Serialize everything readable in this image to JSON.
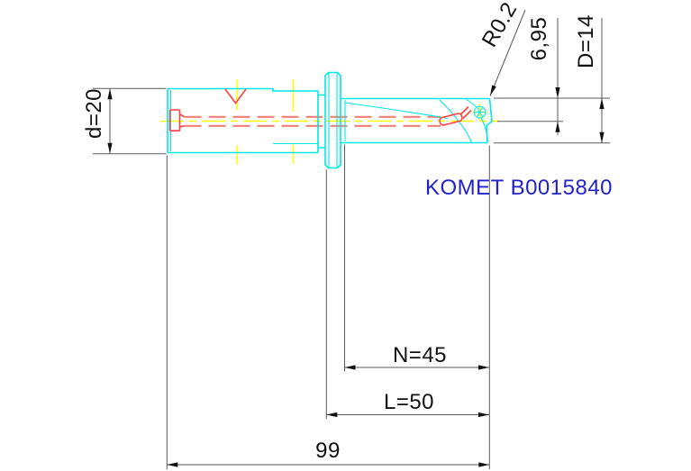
{
  "title": "KOMET indexable insert drill technical drawing",
  "colors": {
    "paper": "#ffffff",
    "outline": "#00e8e8",
    "centerline": "#ffff00",
    "detail": "#ff4040",
    "coolant": "#f08078",
    "dimline": "#5a5a5a",
    "dimtext": "#111111",
    "brand": "#2222cc"
  },
  "labels": {
    "shank_diameter": "d=20",
    "corner_radius": "R0.2",
    "point_height": "6,95",
    "cutting_diameter": "D=14",
    "flute_length": "N=45",
    "usable_length": "L=50",
    "overall_length": "99",
    "brand": "KOMET B0015840"
  }
}
